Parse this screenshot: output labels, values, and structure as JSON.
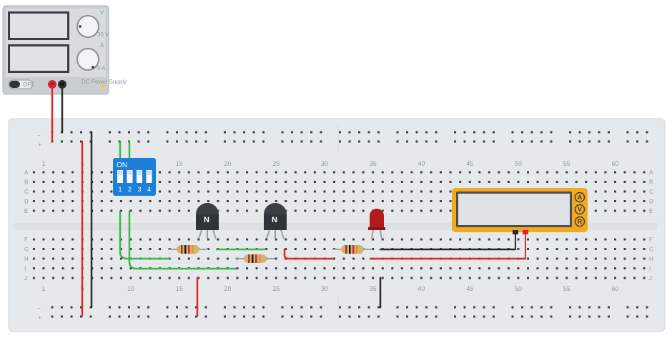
{
  "power_supply": {
    "switch_label": "OFF",
    "voltage_knob_label": "V",
    "current_knob_label": "A",
    "voltage_scale_max": "30 V",
    "current_scale_max": "5 A",
    "brand_label": "DC Power Supply"
  },
  "breadboard": {
    "column_numbers": [
      "1",
      "5",
      "10",
      "15",
      "20",
      "25",
      "30",
      "35",
      "40",
      "45",
      "50",
      "55",
      "60"
    ],
    "row_letters_top": [
      "A",
      "B",
      "C",
      "D",
      "E"
    ],
    "row_letters_bottom": [
      "F",
      "G",
      "H",
      "I",
      "J"
    ],
    "rail_minus": "−",
    "rail_plus": "+"
  },
  "dip_switch": {
    "on_label": "ON",
    "positions": [
      "1",
      "2",
      "3",
      "4"
    ]
  },
  "transistors": [
    {
      "type_label": "N"
    },
    {
      "type_label": "N"
    }
  ],
  "multimeter": {
    "modes": [
      "A",
      "V",
      "R"
    ],
    "active_mode": "V"
  },
  "colors": {
    "breadboard": "#e6e9eb",
    "hole": "#3a4046",
    "wire_red": "#e0252b",
    "wire_black": "#2b2b2b",
    "wire_green": "#3cb54a",
    "dip_blue": "#1e7fd6",
    "multimeter_yellow": "#f4a81d",
    "led_red": "#b01c1c"
  }
}
